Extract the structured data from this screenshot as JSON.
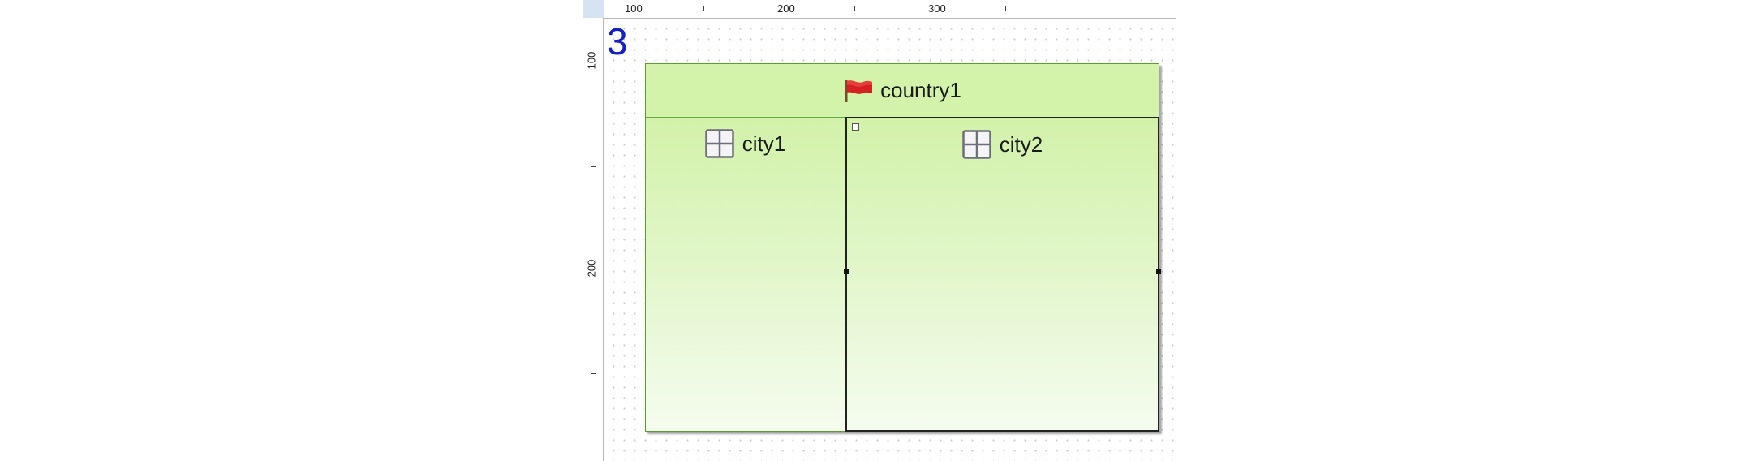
{
  "ruler": {
    "top_labels": [
      "100",
      "200",
      "300"
    ],
    "left_labels": [
      "100",
      "200"
    ]
  },
  "page_number": "3",
  "diagram": {
    "container": {
      "title": "country1",
      "icon": "flag-icon"
    },
    "children": [
      {
        "title": "city1",
        "icon": "table-icon",
        "selected": false
      },
      {
        "title": "city2",
        "icon": "table-icon",
        "selected": true
      }
    ]
  },
  "colors": {
    "container_fill": "#d3f3aa",
    "container_border": "#5aa02c",
    "page_number": "#1520c0",
    "flag": "#d42020"
  }
}
